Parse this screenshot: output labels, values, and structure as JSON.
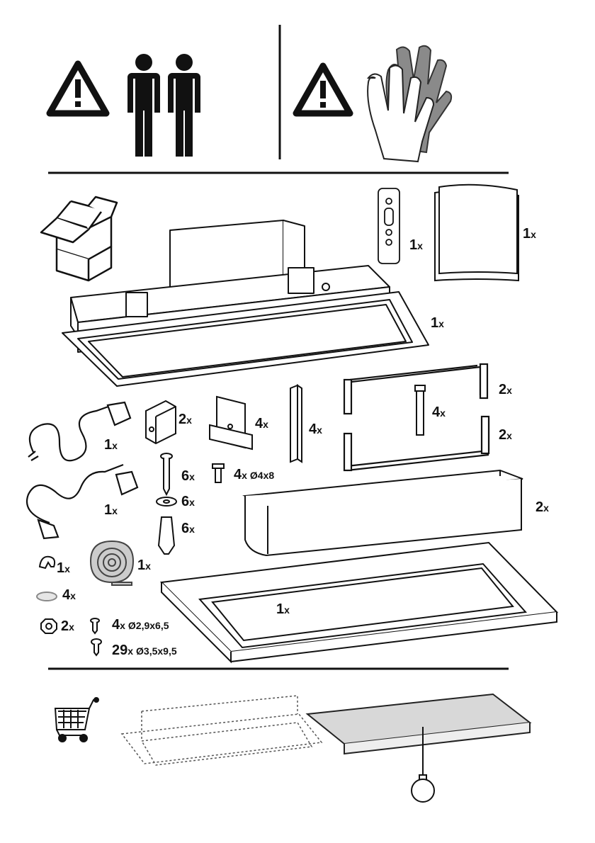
{
  "parts": [
    {
      "id": "remote",
      "qty": "1",
      "dim": ""
    },
    {
      "id": "manual",
      "qty": "1",
      "dim": ""
    },
    {
      "id": "hood",
      "qty": "1",
      "dim": ""
    },
    {
      "id": "cable-a",
      "qty": "1",
      "dim": ""
    },
    {
      "id": "bracket",
      "qty": "2",
      "dim": ""
    },
    {
      "id": "plate",
      "qty": "4",
      "dim": ""
    },
    {
      "id": "rail",
      "qty": "4",
      "dim": ""
    },
    {
      "id": "frame-top",
      "qty": "2",
      "dim": ""
    },
    {
      "id": "rod",
      "qty": "4",
      "dim": ""
    },
    {
      "id": "frame-bottom",
      "qty": "2",
      "dim": ""
    },
    {
      "id": "screw-long",
      "qty": "6",
      "dim": ""
    },
    {
      "id": "bolt",
      "qty": "4",
      "dim": "Ø4x8"
    },
    {
      "id": "washer",
      "qty": "6",
      "dim": ""
    },
    {
      "id": "cable-b",
      "qty": "1",
      "dim": ""
    },
    {
      "id": "anchor",
      "qty": "6",
      "dim": ""
    },
    {
      "id": "cover",
      "qty": "2",
      "dim": ""
    },
    {
      "id": "clip",
      "qty": "1",
      "dim": ""
    },
    {
      "id": "tape",
      "qty": "1",
      "dim": ""
    },
    {
      "id": "pad",
      "qty": "4",
      "dim": ""
    },
    {
      "id": "panel",
      "qty": "1",
      "dim": ""
    },
    {
      "id": "nut",
      "qty": "2",
      "dim": ""
    },
    {
      "id": "screw-s",
      "qty": "4",
      "dim": "Ø2,9x6,5"
    },
    {
      "id": "screw-m",
      "qty": "29",
      "dim": "Ø3,5x9,5"
    }
  ],
  "x_suffix": "x",
  "icons": [
    "warning-icon",
    "two-persons-icon",
    "warning-icon",
    "gloves-icon",
    "box-icon",
    "cart-icon",
    "lamp-icon"
  ],
  "colors": {
    "ink": "#111111",
    "panel_grey": "#d8d8d8",
    "glove_grey": "#8a8a8a"
  }
}
